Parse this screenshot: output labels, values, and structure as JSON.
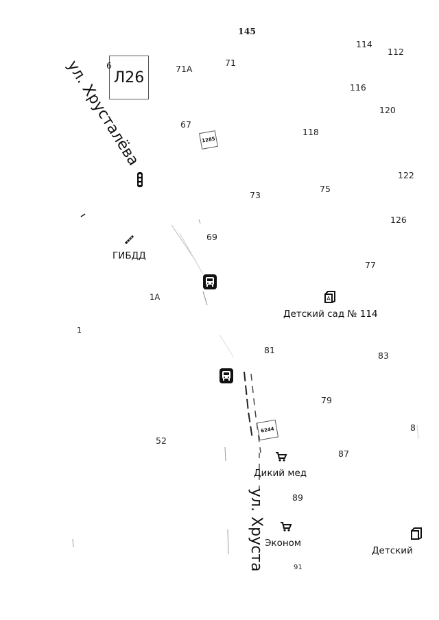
{
  "streets": {
    "top": "ул. Хрусталёва",
    "bottom": "ул. Хруста"
  },
  "route_sign": "Л26",
  "road_shields": [
    "1285",
    "6244"
  ],
  "house_numbers": {
    "n145": "145",
    "n114": "114",
    "n112": "112",
    "n71a": "71А",
    "n71": "71",
    "n6": "6",
    "n116": "116",
    "n120": "120",
    "n67": "67",
    "n118": "118",
    "n122": "122",
    "n73": "73",
    "n75": "75",
    "n126": "126",
    "n69": "69",
    "n77": "77",
    "n1a": "1А",
    "n1": "1",
    "n81": "81",
    "n83": "83",
    "n79": "79",
    "n52": "52",
    "n87": "87",
    "n89": "89",
    "n8": "8",
    "n91": "91"
  },
  "pois": {
    "police": "ГИБДД",
    "kindergarten": "Детский сад № 114",
    "kindergarten2": "Детский",
    "shop1": "Дикий мед",
    "shop2": "Эконом"
  },
  "icons": {
    "traffic_light": "traffic-light-icon",
    "police": "police-baton-icon",
    "bus": "bus-stop-icon",
    "kindergarten": "kindergarten-icon",
    "shop": "shopping-cart-icon"
  }
}
